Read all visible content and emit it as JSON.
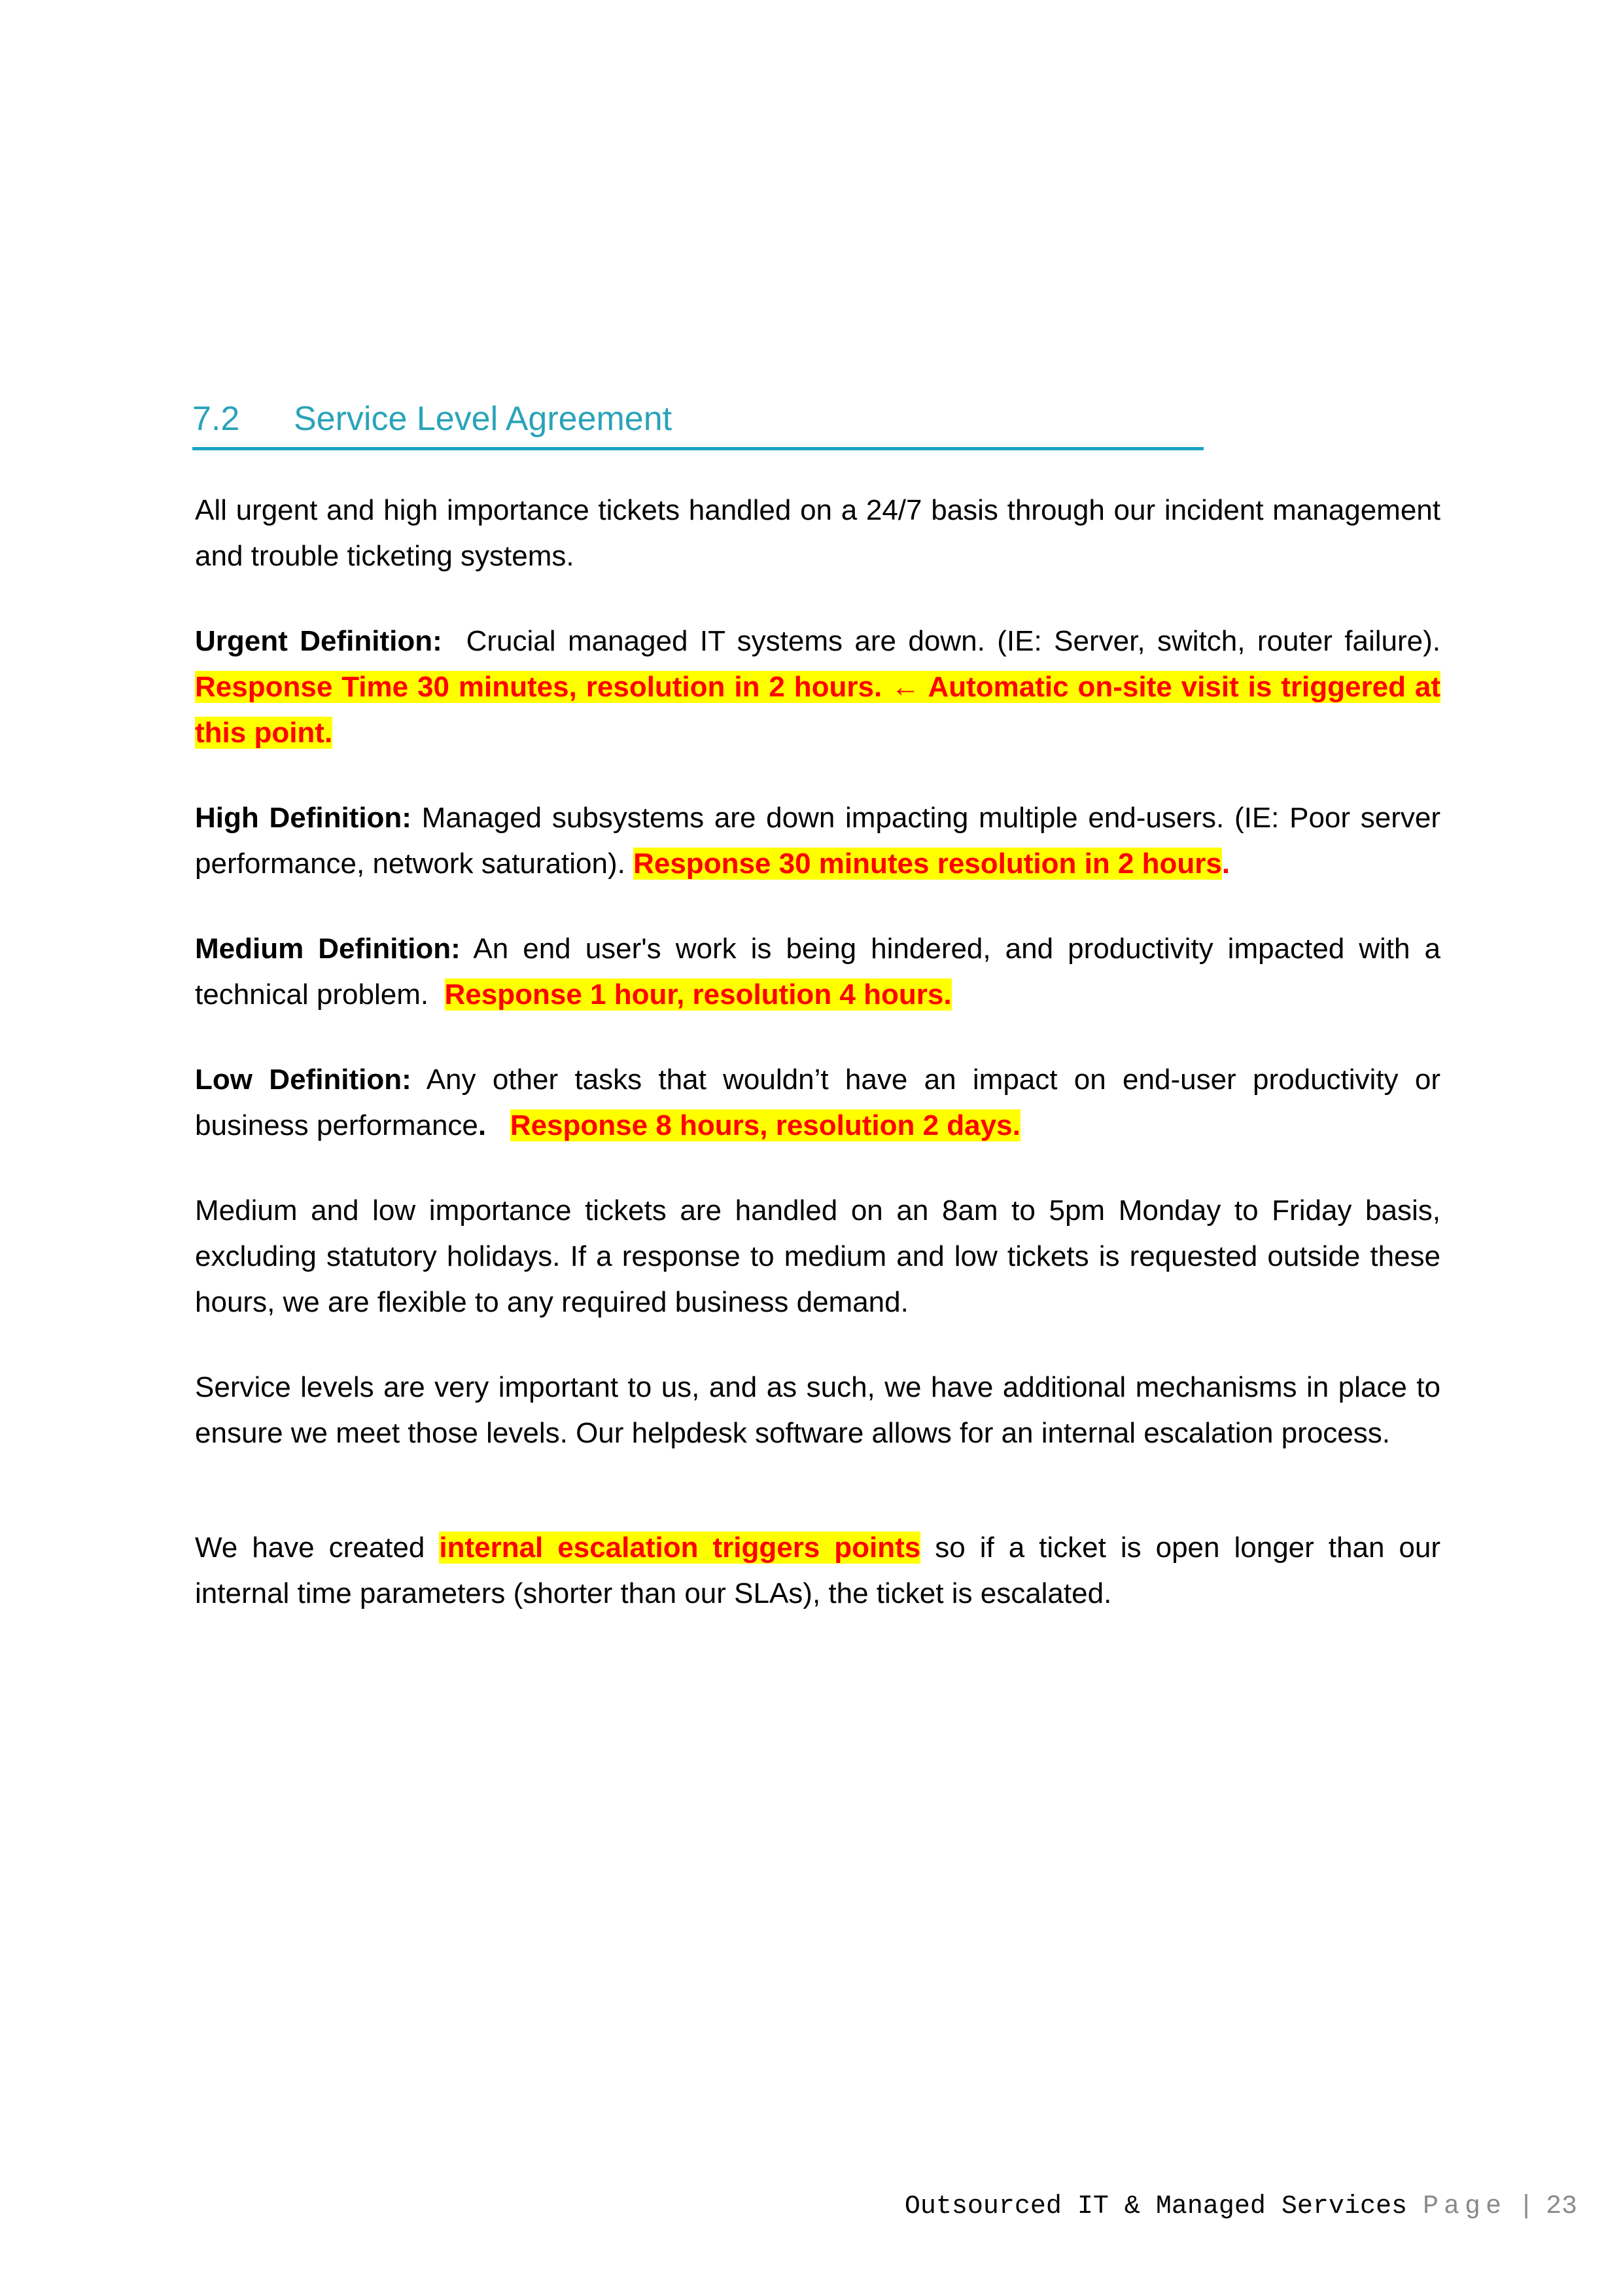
{
  "heading": {
    "number": "7.2",
    "title": "Service Level Agreement"
  },
  "intro": "All urgent and high importance tickets handled on a 24/7 basis through our incident management and trouble ticketing systems.",
  "urgent": {
    "label": "Urgent Definition:",
    "text": "Crucial managed IT systems are down. (IE: Server, switch, router failure).",
    "highlight": "Response Time 30 minutes, resolution in 2 hours. ← Automatic on-site visit is triggered at this point."
  },
  "high": {
    "label": "High Definition:",
    "text": "Managed subsystems are down impacting multiple end-users. (IE: Poor server performance, network saturation).",
    "highlight": "Response 30 minutes resolution in 2 hours",
    "trailing": "."
  },
  "medium": {
    "label": "Medium Definition:",
    "text": "An end user's work is being hindered, and productivity impacted with a technical problem.",
    "highlight": "Response 1 hour, resolution 4 hours."
  },
  "low": {
    "label": "Low Definition:",
    "text": "Any other tasks that wouldn’t have an impact on end-user productivity or business performance",
    "dot": ".",
    "highlight": "Response 8 hours, resolution 2 days."
  },
  "hours_para": "Medium and low importance tickets are handled on an 8am to 5pm Monday to Friday basis, excluding statutory holidays.  If a response to medium and low tickets is requested outside these hours, we are flexible to any required business demand.",
  "service_para": "Service levels are very important to us, and as such, we have additional mechanisms in place to ensure we meet those levels.  Our helpdesk software allows for an internal escalation process.",
  "escalation": {
    "before": "We have created",
    "highlight": "internal escalation triggers points",
    "after": "so if a ticket is open longer than our internal time parameters (shorter than our SLAs), the ticket is escalated."
  },
  "footer": {
    "doc_title": "Outsourced IT & Managed Services",
    "page_word": "Page",
    "separator": "|",
    "page_number": "23"
  }
}
